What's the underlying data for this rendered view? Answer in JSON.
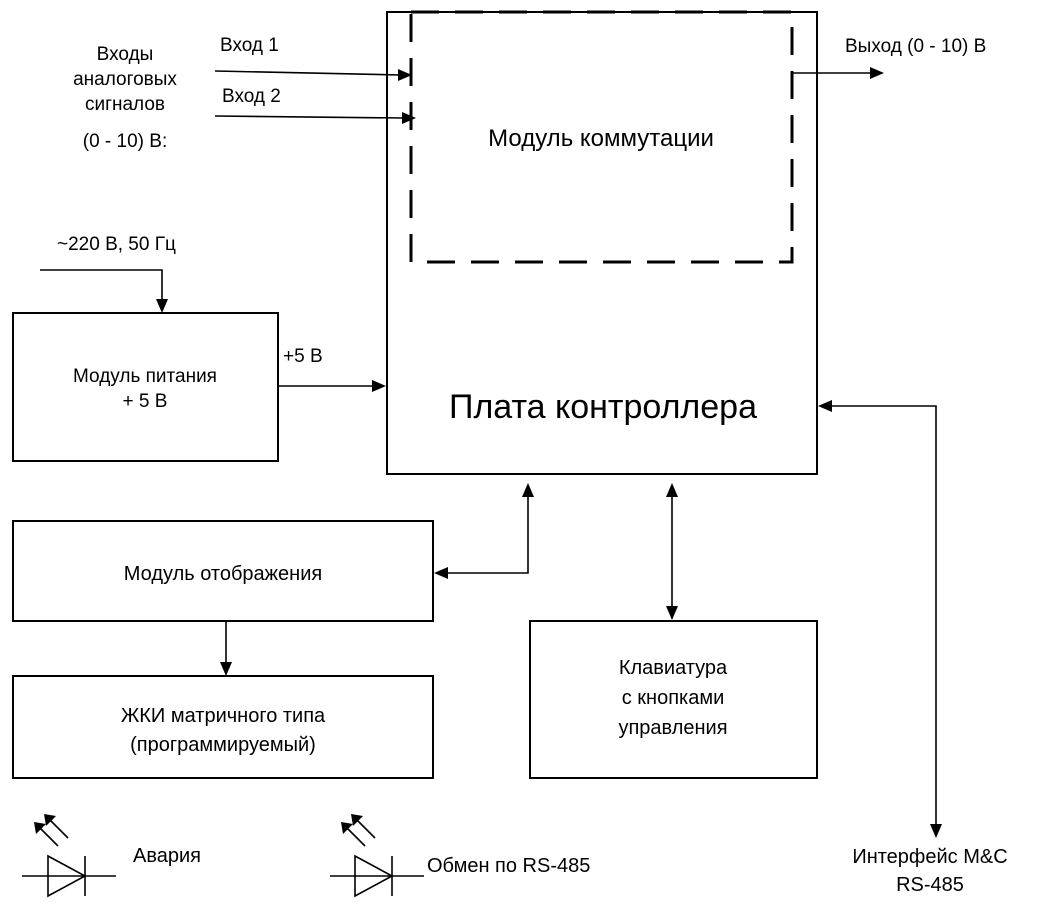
{
  "labels": {
    "inputs_title": [
      "Входы",
      "аналоговых",
      "сигналов",
      "(0 - 10) В:"
    ],
    "input1": "Вход 1",
    "input2": "Вход 2",
    "output": "Выход (0 - 10) В",
    "switch_module": "Модуль коммутации",
    "mains": "~220 В, 50 Гц",
    "power_module": [
      "Модуль питания",
      "+ 5 В"
    ],
    "plus5v": "+5 В",
    "controller": "Плата контроллера",
    "display_module": "Модуль отображения",
    "lcd": [
      "ЖКИ матричного типа",
      "(программируемый)"
    ],
    "keyboard": [
      "Клавиатура",
      "с кнопками",
      "управления"
    ],
    "alarm": "Авария",
    "rs485_exchange": "Обмен по RS-485",
    "mc_interface": [
      "Интерфейс M&C",
      "RS-485"
    ]
  }
}
